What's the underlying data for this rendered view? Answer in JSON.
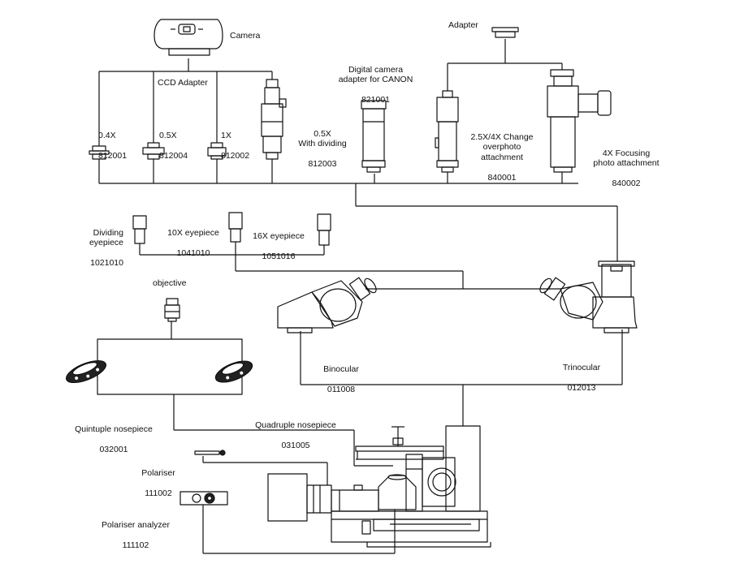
{
  "camera": {
    "label": "Camera",
    "adapter_label": "CCD Adapter"
  },
  "ccd_adapters": [
    {
      "magnification": "0.4X",
      "code": "812001"
    },
    {
      "magnification": "0.5X",
      "code": "812004"
    },
    {
      "magnification": "1X",
      "code": "812002"
    },
    {
      "magnification": "0.5X\nWith dividing",
      "code": "812003"
    }
  ],
  "digital_camera_adapter": {
    "name": "Digital camera\nadapter for CANON",
    "code": "821001"
  },
  "adapter": {
    "label": "Adapter"
  },
  "change_attachment": {
    "name": "2.5X/4X Change\noverphoto\nattachment",
    "code": "840001"
  },
  "focusing_attachment": {
    "name": "4X Focusing\nphoto attachment",
    "code": "840002"
  },
  "eyepieces": [
    {
      "name": "Dividing\neyepiece",
      "code": "1021010"
    },
    {
      "name": "10X eyepiece",
      "code": "1041010"
    },
    {
      "name": "16X eyepiece",
      "code": "1051016"
    }
  ],
  "objective": {
    "label": "objective"
  },
  "binocular": {
    "name": "Binocular",
    "code": "011008"
  },
  "trinocular": {
    "name": "Trinocular",
    "code": "012013"
  },
  "quintuple_nosepiece": {
    "name": "Quintuple nosepiece",
    "code": "032001"
  },
  "quadruple_nosepiece": {
    "name": "Quadruple nosepiece",
    "code": "031005"
  },
  "polariser": {
    "name": "Polariser",
    "code": "111002"
  },
  "polariser_analyzer": {
    "name": "Polariser analyzer",
    "code": "111102"
  }
}
